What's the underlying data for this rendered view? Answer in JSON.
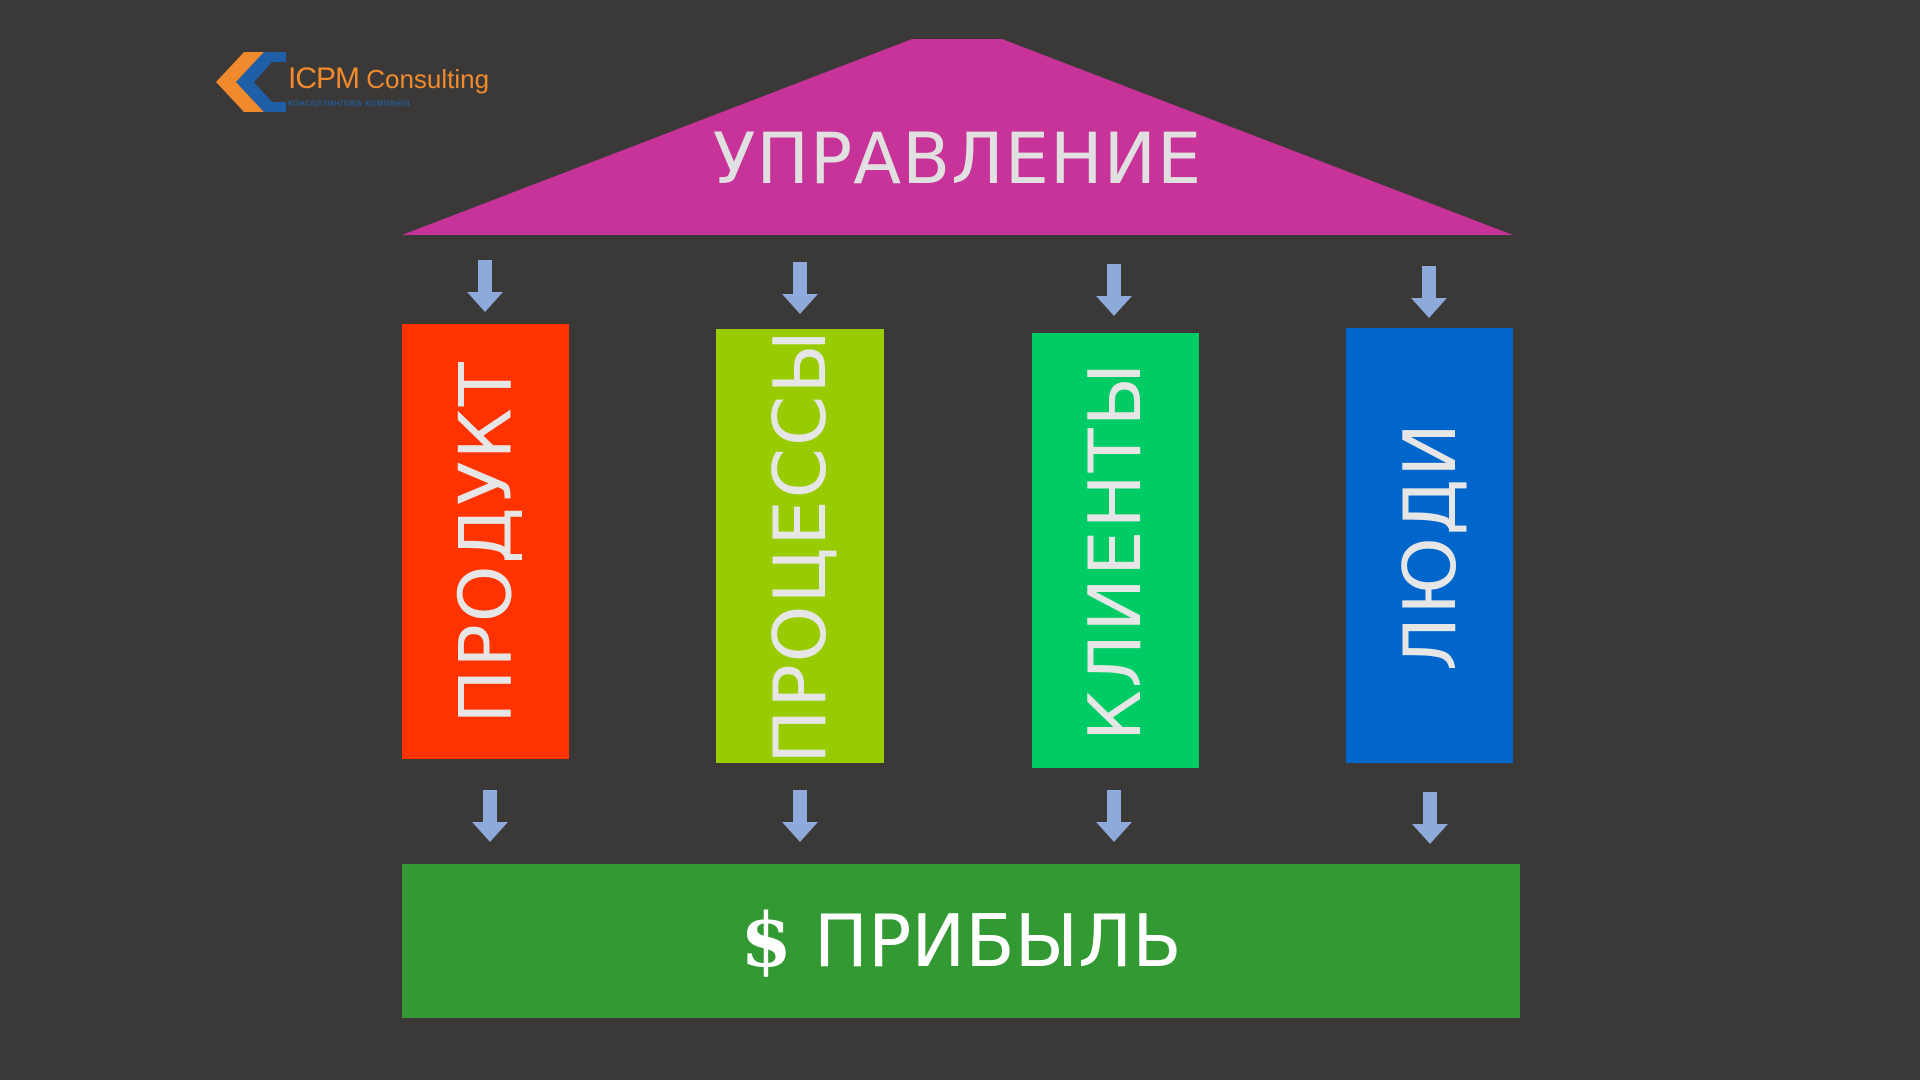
{
  "logo": {
    "brand": "ICPM",
    "name": "Consulting",
    "subtitle": "консалтингова компанія"
  },
  "roof": {
    "label": "УПРАВЛЕНИЕ",
    "color": "#c83399"
  },
  "pillars": [
    {
      "label": "ПРОДУКТ",
      "color": "#ff3300"
    },
    {
      "label": "ПРОЦЕССЫ",
      "color": "#99cc00"
    },
    {
      "label": "КЛИЕНТЫ",
      "color": "#00cc66"
    },
    {
      "label": "ЛЮДИ",
      "color": "#0066cc"
    }
  ],
  "foundation": {
    "symbol": "$",
    "label": "ПРИБЫЛЬ",
    "color": "#339933"
  },
  "arrow_color": "#8eaadb"
}
